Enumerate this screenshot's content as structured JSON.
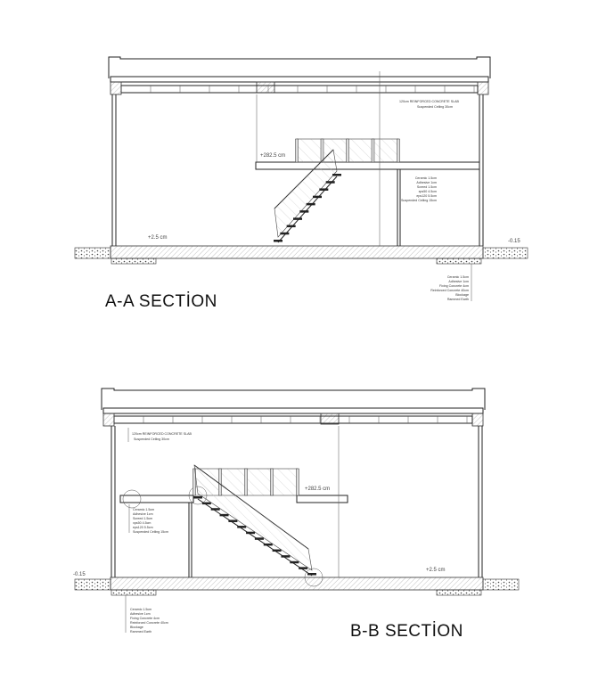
{
  "sections": [
    {
      "title": "A-A SECTİON",
      "levels": {
        "mezzanine": "+282.5 cm",
        "floor": "+2.5 cm",
        "ground": "-0.15"
      },
      "roof_notes": [
        "120cm REINFORCED CONCRETE SLAB",
        "Suspended Ceiling 30cm"
      ],
      "mezzanine_layers": [
        "Ceramic 1.5cm",
        "Adhesive 1cm",
        "Screed 1.5cm",
        "xps50 4.5cm",
        "eps120 5.5cm",
        "Suspended Ceiling 15cm"
      ],
      "foundation_layers": [
        "Ceramic 1.5cm",
        "Adhesive 1cm",
        "Fixing Concrete 4cm",
        "Reinforced Concrete 40cm",
        "Blockage",
        "Rammed Earth"
      ]
    },
    {
      "title": "B-B SECTİON",
      "levels": {
        "mezzanine": "+282.5 cm",
        "floor": "+2.5 cm",
        "ground": "-0.15"
      },
      "roof_notes": [
        "120cm REINFORCED CONCRETE SLAB",
        "Suspended Ceiling 30cm"
      ],
      "mezzanine_layers": [
        "Ceramic 1.5cm",
        "Adhesive 1cm",
        "Screed 1.5cm",
        "xps50 4.5cm",
        "eps120 5.5cm",
        "Suspended Ceiling 15cm"
      ],
      "foundation_layers": [
        "Ceramic 1.5cm",
        "Adhesive 1cm",
        "Fixing Concrete 4cm",
        "Reinforced Concrete 40cm",
        "Blockage",
        "Rammed Earth"
      ]
    }
  ]
}
